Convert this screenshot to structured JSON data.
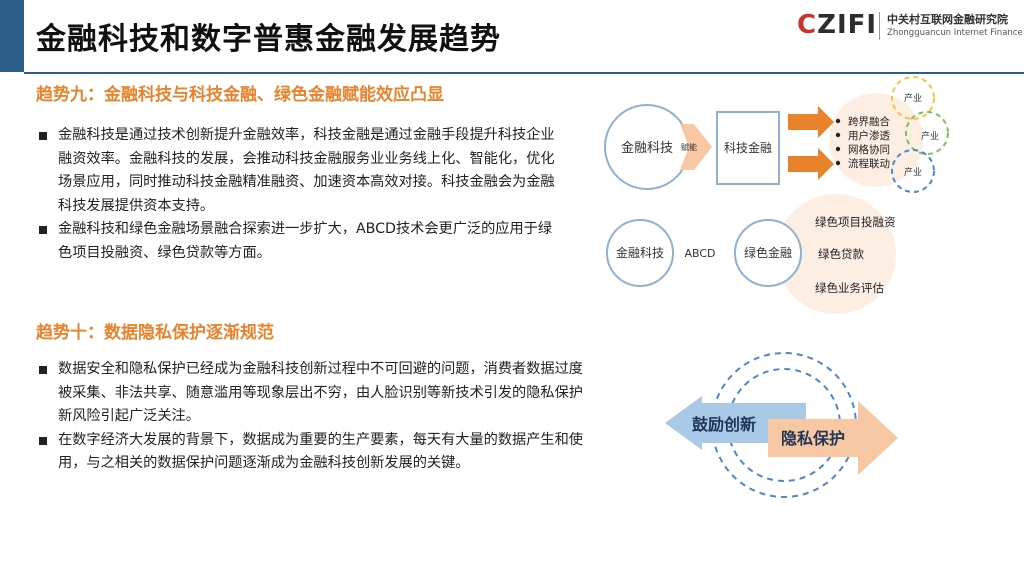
{
  "header": {
    "title": "金融科技和数字普惠金融发展趋势",
    "logo_mark": "CZIFI",
    "logo_cn": "中关村互联网金融研究院",
    "logo_en": "Zhongguancun Internet Finance Institute"
  },
  "trend9": {
    "heading": "趋势九：金融科技与科技金融、绿色金融赋能效应凸显",
    "bullets": [
      "金融科技是通过技术创新提升金融效率，科技金融是通过金融手段提升科技企业融资效率。金融科技的发展，会推动科技金融服务业业务线上化、智能化，优化场景应用，同时推动科技金融精准融资、加速资本高效对接。科技金融会为金融科技发展提供资本支持。",
      "金融科技和绿色金融场景融合探索进一步扩大，ABCD技术会更广泛的应用于绿色项目投融资、绿色贷款等方面。"
    ]
  },
  "trend10": {
    "heading": "趋势十：数据隐私保护逐渐规范",
    "bullets": [
      "数据安全和隐私保护已经成为金融科技创新过程中不可回避的问题，消费者数据过度被采集、非法共享、随意滥用等现象层出不穷，由人脸识别等新技术引发的隐私保护新风险引起广泛关注。",
      "在数字经济大发展的背景下，数据成为重要的生产要素，每天有大量的数据产生和使用，与之相关的数据保护问题逐渐成为金融科技创新发展的关键。"
    ]
  },
  "diagram1": {
    "left_circle": "金融科技",
    "arrow_label": "赋能",
    "box": "科技金融",
    "items": [
      "跨界融合",
      "用户渗透",
      "网格协同",
      "流程联动"
    ],
    "industry": [
      "产业",
      "产业",
      "产业"
    ]
  },
  "diagram2": {
    "left_circle": "金融科技",
    "middle": "ABCD",
    "right_circle": "绿色金融",
    "items": [
      "绿色项目投融资",
      "绿色贷款",
      "绿色业务评估"
    ]
  },
  "diagram3": {
    "left_arrow": "鼓励创新",
    "right_arrow": "隐私保护"
  },
  "colors": {
    "orange": "#e8822b",
    "navy": "#2b5f8a",
    "circle_blue": "#8fb0cf",
    "arrow_blue": "#a9c9e8",
    "arrow_peach": "#f7c8a3"
  }
}
